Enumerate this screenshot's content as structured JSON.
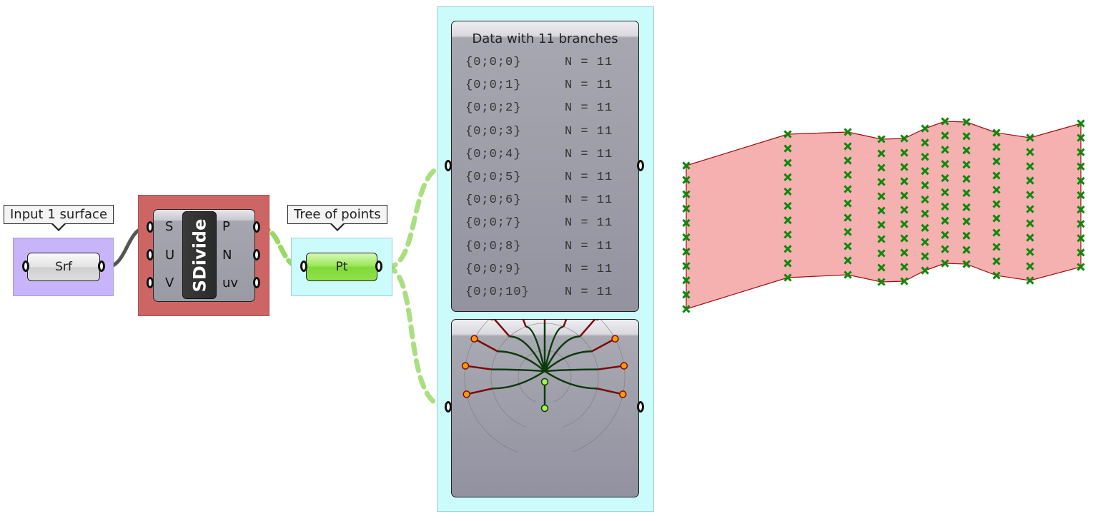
{
  "canvas": {
    "colors": {
      "group_surface": "#c8b4f8",
      "group_sdivide": "#cd6565",
      "group_points": "#ccfbfb",
      "group_panel": "#ccfbfb",
      "wire_default": "#555555",
      "wire_tree": "#86d14a",
      "param_green": "#86e03a",
      "surface_fill": "#f5b0b0",
      "surface_edge": "#a01010",
      "point_marker": "#0a8a0a"
    }
  },
  "surface_group": {
    "tooltip": "Input 1 surface",
    "param_label": "Srf"
  },
  "sdivide": {
    "name": "SDivide",
    "inputs": [
      "S",
      "U",
      "V"
    ],
    "outputs": [
      "P",
      "N",
      "uv"
    ]
  },
  "points_group": {
    "tooltip": "Tree of points",
    "param_label": "Pt"
  },
  "panel": {
    "header": "Data with 11 branches",
    "branches": [
      {
        "path": "{0;0;0}",
        "count": "N = 11"
      },
      {
        "path": "{0;0;1}",
        "count": "N = 11"
      },
      {
        "path": "{0;0;2}",
        "count": "N = 11"
      },
      {
        "path": "{0;0;3}",
        "count": "N = 11"
      },
      {
        "path": "{0;0;4}",
        "count": "N = 11"
      },
      {
        "path": "{0;0;5}",
        "count": "N = 11"
      },
      {
        "path": "{0;0;6}",
        "count": "N = 11"
      },
      {
        "path": "{0;0;7}",
        "count": "N = 11"
      },
      {
        "path": "{0;0;8}",
        "count": "N = 11"
      },
      {
        "path": "{0;0;9}",
        "count": "N = 11"
      },
      {
        "path": "{0;0;10}",
        "count": "N = 11"
      }
    ]
  },
  "param_viewer": {
    "branch_count": 11,
    "levels": 3
  },
  "viewport": {
    "columns": 11,
    "points_per_column": 11
  }
}
